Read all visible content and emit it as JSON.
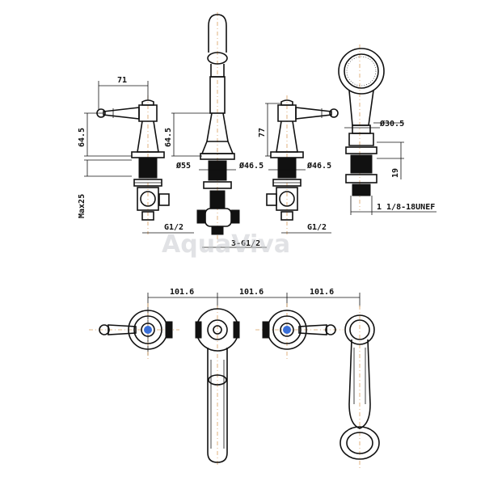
{
  "watermark": "AquaViva",
  "dimensions": {
    "handle_reach": "71",
    "handle_height_left": "64.5",
    "spout_height": "64.5",
    "handle_height_right": "77",
    "max_deck": "Max25",
    "spout_diameter": "Ø55",
    "valve_diameter_left": "Ø46.5",
    "valve_diameter_right": "Ø46.5",
    "shower_diameter": "Ø30.5",
    "shower_base": "19",
    "shower_thread": "1 1/8-18UNEF",
    "thread_left": "G1/2",
    "thread_right": "G1/2",
    "thread_spout": "3-G1/2",
    "spacing_1": "101.6",
    "spacing_2": "101.6",
    "spacing_3": "101.6"
  }
}
